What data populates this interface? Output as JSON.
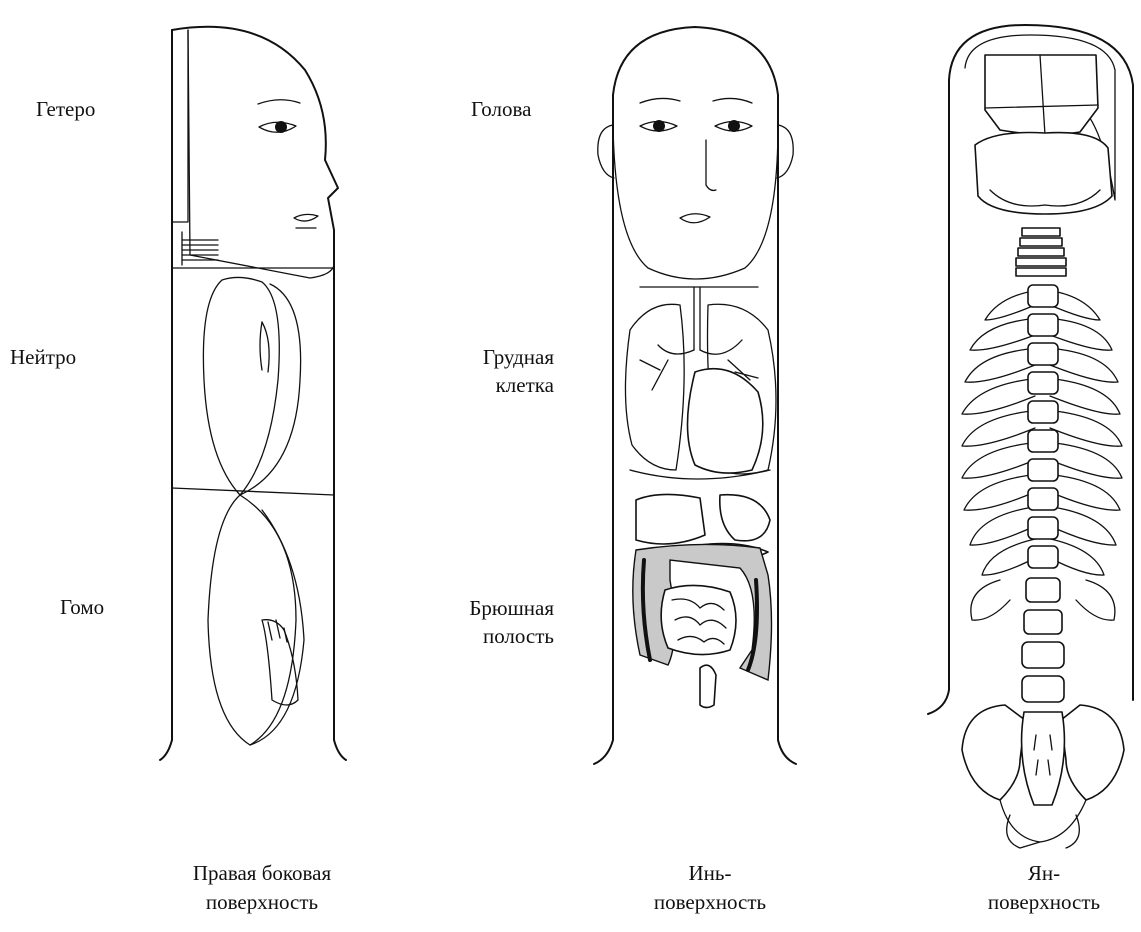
{
  "labels": {
    "side": {
      "top": "Гетеро",
      "middle": "Нейтро",
      "bottom": "Гомо"
    },
    "yin": {
      "head": "Голова",
      "chest_line1": "Грудная",
      "chest_line2": "клетка",
      "abdomen_line1": "Брюшная",
      "abdomen_line2": "полость"
    }
  },
  "captions": {
    "side": {
      "line1": "Правая боковая",
      "line2": "поверхность"
    },
    "yin": {
      "line1": "Инь-",
      "line2": "поверхность"
    },
    "yang": {
      "line1": "Ян-",
      "line2": "поверхность"
    }
  }
}
